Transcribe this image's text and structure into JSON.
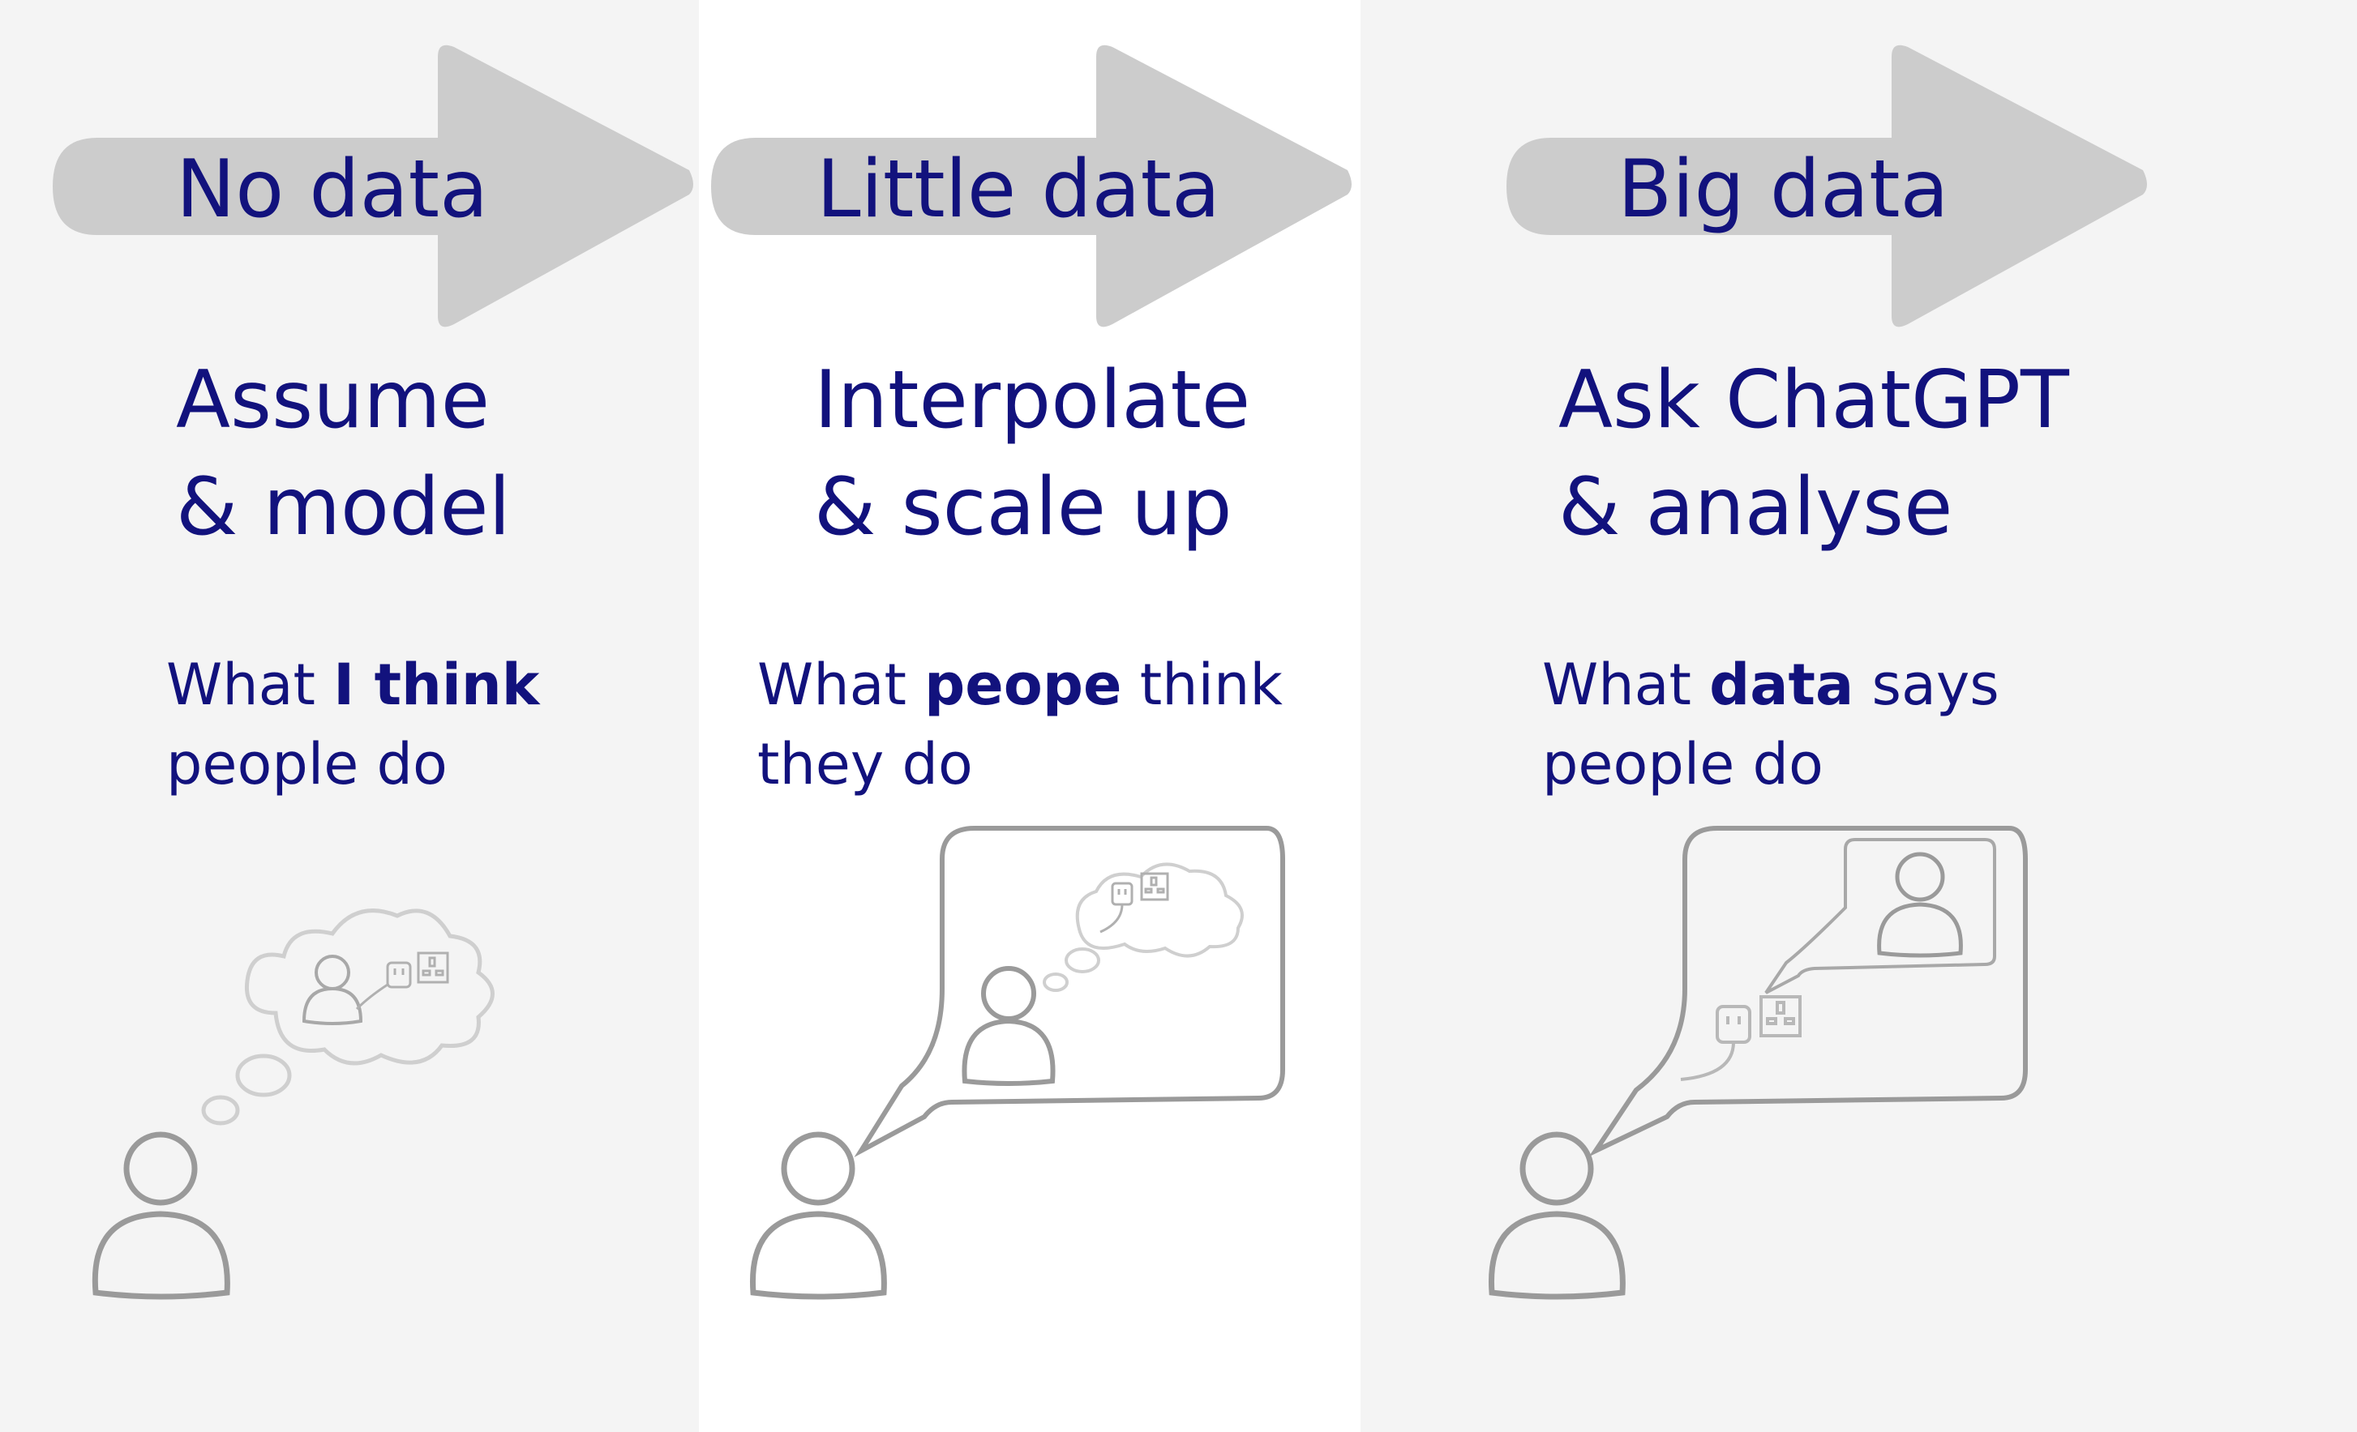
{
  "columns": [
    {
      "arrow_label": "No data",
      "heading_line1": "Assume",
      "heading_line2": "& model",
      "sub_line1_pre": "What ",
      "sub_line1_bold": "I think",
      "sub_line1_post": "",
      "sub_line2": "people do"
    },
    {
      "arrow_label": "Little data",
      "heading_line1": "Interpolate",
      "heading_line2": "& scale up",
      "sub_line1_pre": "What ",
      "sub_line1_bold": "peope",
      "sub_line1_post": " think",
      "sub_line2": "they do"
    },
    {
      "arrow_label": "Big data",
      "heading_line1": "Ask ChatGPT",
      "heading_line2": "& analyse",
      "sub_line1_pre": "What ",
      "sub_line1_bold": "data",
      "sub_line1_post": " says",
      "sub_line2": "people do"
    }
  ],
  "colors": {
    "panel_grey": "#f4f4f4",
    "panel_white": "#ffffff",
    "arrow_fill": "#cccccc",
    "text_navy": "#12127d",
    "icon_stroke": "#9a9a9a",
    "icon_stroke_light": "#c8c8c8"
  },
  "icons": {
    "person": "person-icon",
    "thought_cloud": "thought-cloud-icon",
    "speech_bubble": "speech-bubble-icon",
    "plug": "plug-icon",
    "socket": "socket-icon"
  }
}
